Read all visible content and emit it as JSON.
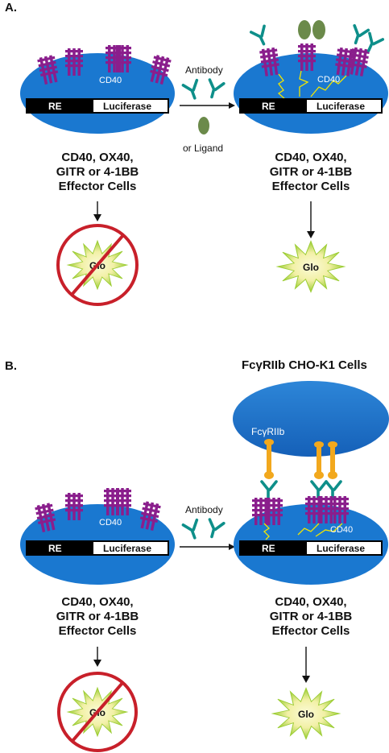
{
  "panel_a": {
    "label": "A.",
    "left_cell": {
      "receptor_label": "CD40",
      "re_label": "RE",
      "luciferase_label": "Luciferase"
    },
    "right_cell": {
      "receptor_label": "CD40",
      "re_label": "RE",
      "luciferase_label": "Luciferase"
    },
    "arrow_top_label": "Antibody",
    "arrow_bottom_label": "or Ligand",
    "left_caption": [
      "CD40, OX40,",
      "GITR or 4-1BB",
      "Effector Cells"
    ],
    "right_caption": [
      "CD40, OX40,",
      "GITR or 4-1BB",
      "Effector Cells"
    ],
    "left_result": "Glo",
    "right_result": "Glo"
  },
  "panel_b": {
    "label": "B.",
    "cho_title": "FcγRIIb CHO-K1 Cells",
    "fc_label": "FcγRIIb",
    "left_cell": {
      "receptor_label": "CD40",
      "re_label": "RE",
      "luciferase_label": "Luciferase"
    },
    "right_cell": {
      "receptor_label": "CD40",
      "re_label": "RE",
      "luciferase_label": "Luciferase"
    },
    "arrow_label": "Antibody",
    "left_caption": [
      "CD40, OX40,",
      "GITR or 4-1BB",
      "Effector Cells"
    ],
    "right_caption": [
      "CD40, OX40,",
      "GITR or 4-1BB",
      "Effector Cells"
    ],
    "left_result": "Glo",
    "right_result": "Glo"
  },
  "colors": {
    "cell_blue": "#1a78d0",
    "receptor_purple": "#8a1e8c",
    "antibody_teal": "#0e8f8a",
    "ligand_green": "#6b8a4a",
    "fc_orange": "#f2a81d",
    "signal_yellow": "#f2e600",
    "no_red": "#c8202a",
    "glo_green": "#a9d63a",
    "glo_yellow": "#f6f3a8"
  }
}
